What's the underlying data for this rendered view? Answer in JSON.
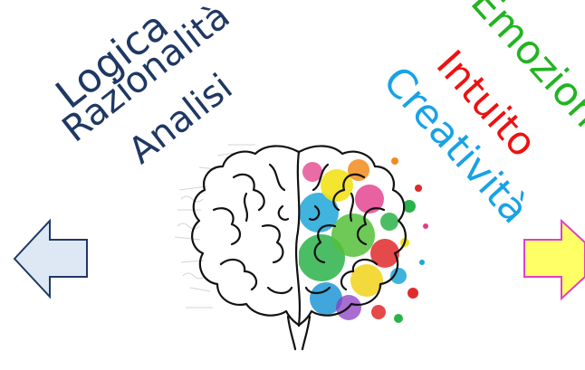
{
  "left_hemisphere": {
    "words": [
      "Logica",
      "Razionalità",
      "Analisi"
    ],
    "text_color": "#1f3864",
    "arrow": {
      "direction": "left",
      "fill": "#dde8f4",
      "stroke": "#1f3864"
    }
  },
  "right_hemisphere": {
    "words": [
      {
        "text": "Emozioni",
        "color": "#22b422"
      },
      {
        "text": "Intuito",
        "color": "#ee1111"
      },
      {
        "text": "Creatività",
        "color": "#18a2e6"
      }
    ],
    "arrow": {
      "direction": "right",
      "fill": "#ffff66",
      "stroke": "#e040c8"
    }
  },
  "brain_image": {
    "icon": "brain-icon",
    "outline_color": "#111111"
  }
}
